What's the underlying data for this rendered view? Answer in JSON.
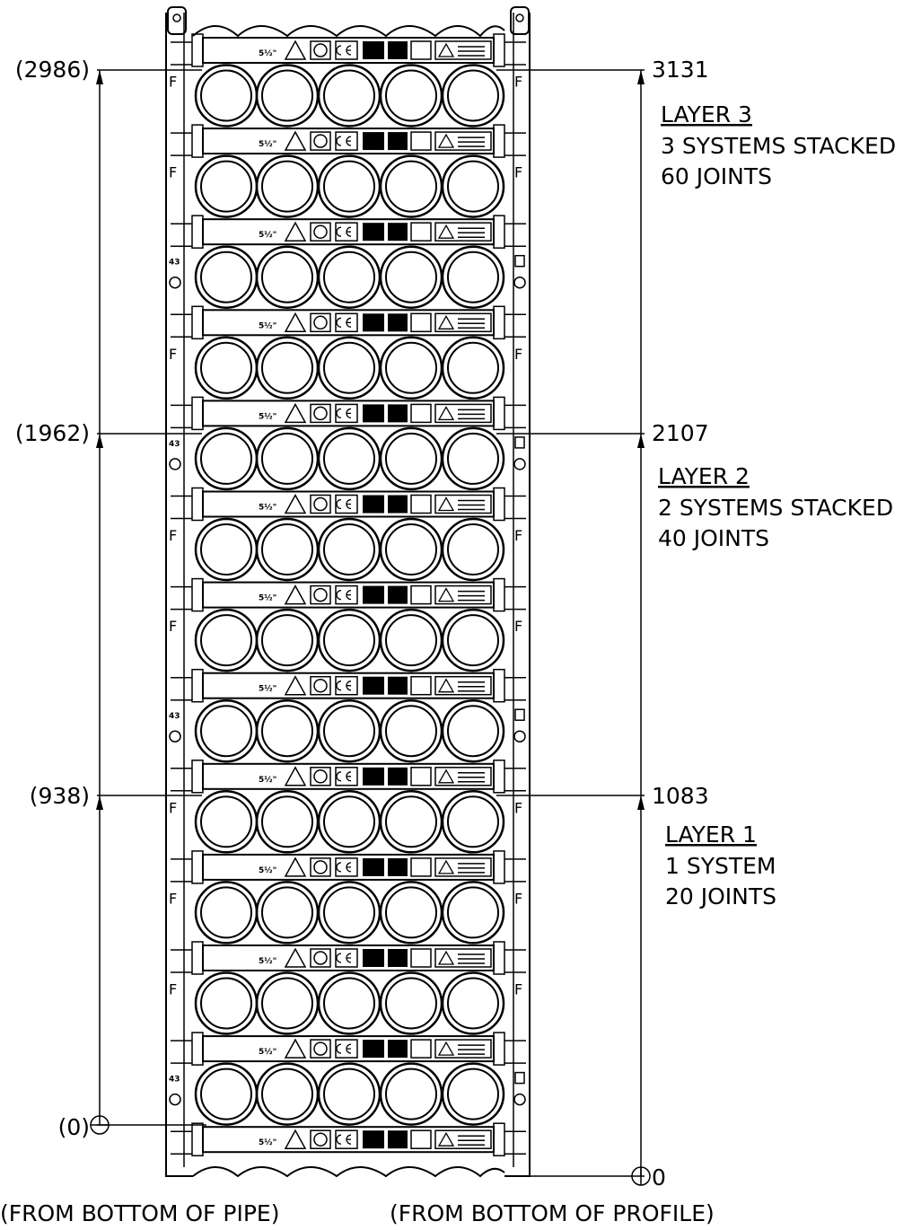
{
  "left_dimensions": [
    "(2986)",
    "(1962)",
    "(938)",
    "(0)"
  ],
  "right_dimensions": [
    "3131",
    "2107",
    "1083",
    "0"
  ],
  "layers": [
    {
      "title": "LAYER 3",
      "line1": "3 SYSTEMS STACKED",
      "line2": "60 JOINTS"
    },
    {
      "title": "LAYER 2",
      "line1": "2 SYSTEMS STACKED",
      "line2": "40 JOINTS"
    },
    {
      "title": "LAYER 1",
      "line1": "1 SYSTEM",
      "line2": "20 JOINTS"
    }
  ],
  "footer": {
    "left": "(FROM BOTTOM OF PIPE)",
    "right": "(FROM BOTTOM OF PROFILE)"
  },
  "frame": {
    "rows": 12,
    "pipes_per_row": 5,
    "side_marks": [
      "F",
      "F",
      "43",
      "F",
      "43",
      "F",
      "F",
      "43",
      "F",
      "F",
      "F",
      "43"
    ],
    "label_strip_text": "5½\""
  }
}
